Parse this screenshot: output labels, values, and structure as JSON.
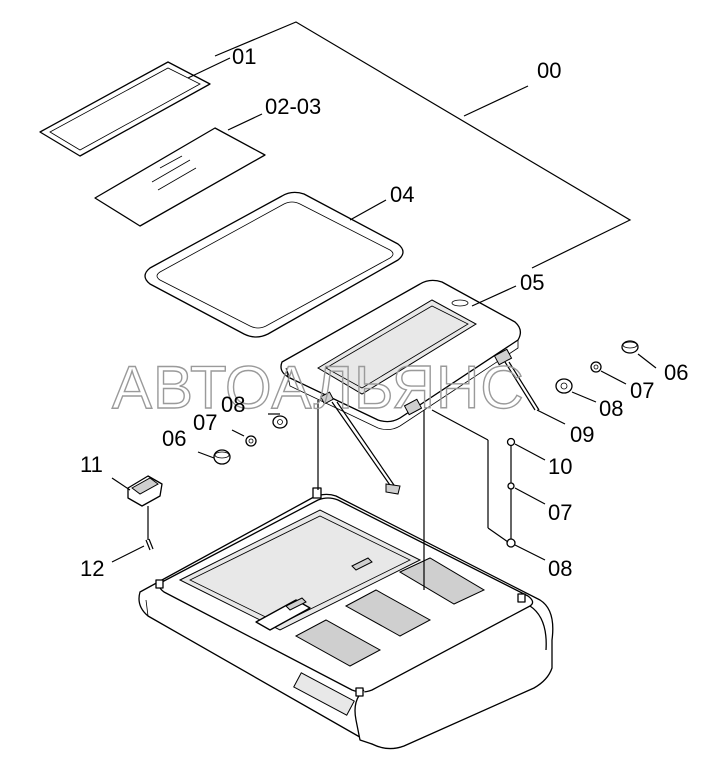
{
  "watermark": "АВТОАЛЬЯНС",
  "callouts": [
    {
      "id": "c00",
      "text": "00"
    },
    {
      "id": "c01",
      "text": "01"
    },
    {
      "id": "c0203",
      "text": "02-03"
    },
    {
      "id": "c04",
      "text": "04"
    },
    {
      "id": "c05",
      "text": "05"
    },
    {
      "id": "c06r",
      "text": "06"
    },
    {
      "id": "c07r",
      "text": "07"
    },
    {
      "id": "c08r",
      "text": "08"
    },
    {
      "id": "c09",
      "text": "09"
    },
    {
      "id": "c08l",
      "text": "08"
    },
    {
      "id": "c07l",
      "text": "07"
    },
    {
      "id": "c06l",
      "text": "06"
    },
    {
      "id": "c10",
      "text": "10"
    },
    {
      "id": "c07b",
      "text": "07"
    },
    {
      "id": "c11",
      "text": "11"
    },
    {
      "id": "c12",
      "text": "12"
    },
    {
      "id": "c08b",
      "text": "08"
    }
  ]
}
